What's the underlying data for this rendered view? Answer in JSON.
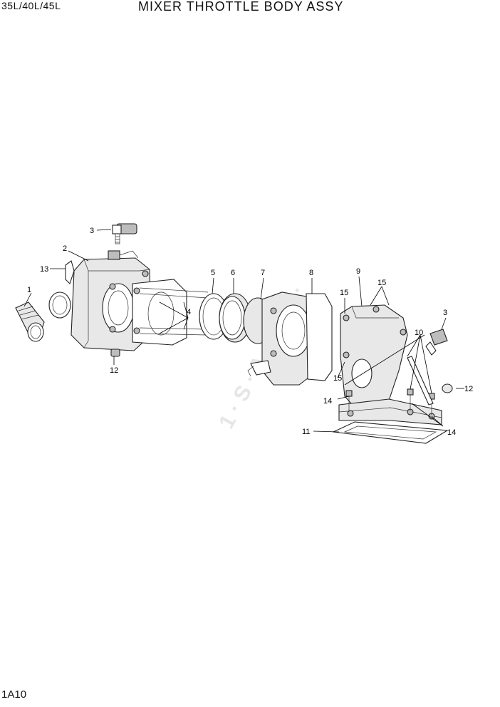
{
  "header": {
    "model": "35L/40L/45L",
    "title": "MIXER THROTTLE BODY ASSY"
  },
  "footer": {
    "page_code": "1A10"
  },
  "callouts": {
    "c1": "1",
    "c2": "2",
    "c3a": "3",
    "c3b": "3",
    "c4": "4",
    "c5": "5",
    "c6": "6",
    "c7": "7",
    "c8": "8",
    "c9": "9",
    "c10": "10",
    "c11": "11",
    "c12a": "12",
    "c12b": "12",
    "c13": "13",
    "c14a": "14",
    "c14b": "14",
    "c15a": "15",
    "c15b": "15",
    "c15c": "15"
  }
}
